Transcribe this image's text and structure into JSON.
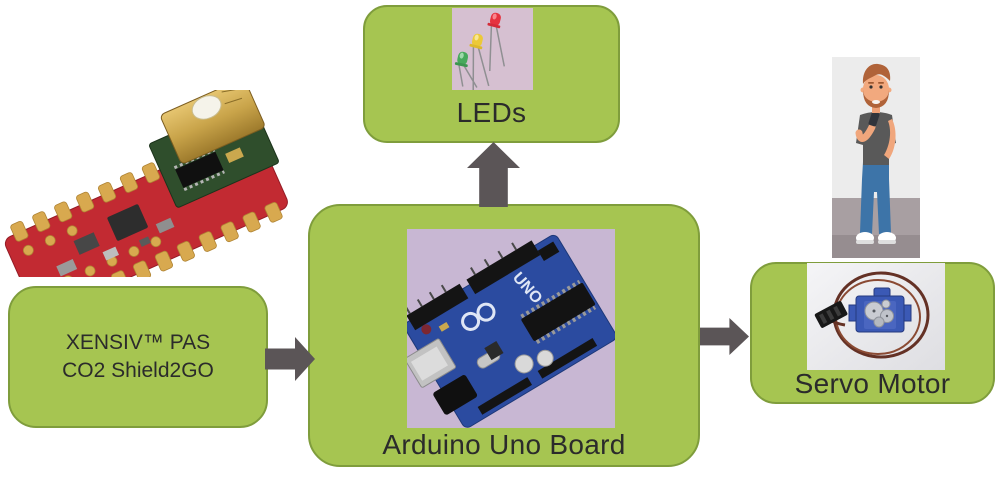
{
  "background_color": "#ffffff",
  "colors": {
    "box_fill": "#a6c551",
    "box_border": "#7f9d3c",
    "arrow": "#5b5557",
    "text": "#2b2b2b"
  },
  "nodes": {
    "xensiv": {
      "label_line1": "XENSIV™ PAS",
      "label_line2": "CO2 Shield2GO"
    },
    "leds": {
      "label": "LEDs"
    },
    "arduino": {
      "label": "Arduino Uno Board",
      "board_text": "UNO"
    },
    "servo": {
      "label": "Servo Motor"
    }
  },
  "illustrations": {
    "sensor_photo": "XENSIV PAS CO2 Shield2GO sensor board photo",
    "led_photo": "red yellow green LEDs photo",
    "arduino_photo": "Arduino Uno board photo",
    "person_photo": "cartoon man illustration",
    "servo_photo": "micro servo motor with coiled cable photo"
  },
  "connections": [
    {
      "from": "XENSIV™ PAS CO2 Shield2GO",
      "to": "Arduino Uno Board",
      "direction": "right"
    },
    {
      "from": "Arduino Uno Board",
      "to": "LEDs",
      "direction": "up"
    },
    {
      "from": "Arduino Uno Board",
      "to": "Servo Motor",
      "direction": "right"
    }
  ]
}
